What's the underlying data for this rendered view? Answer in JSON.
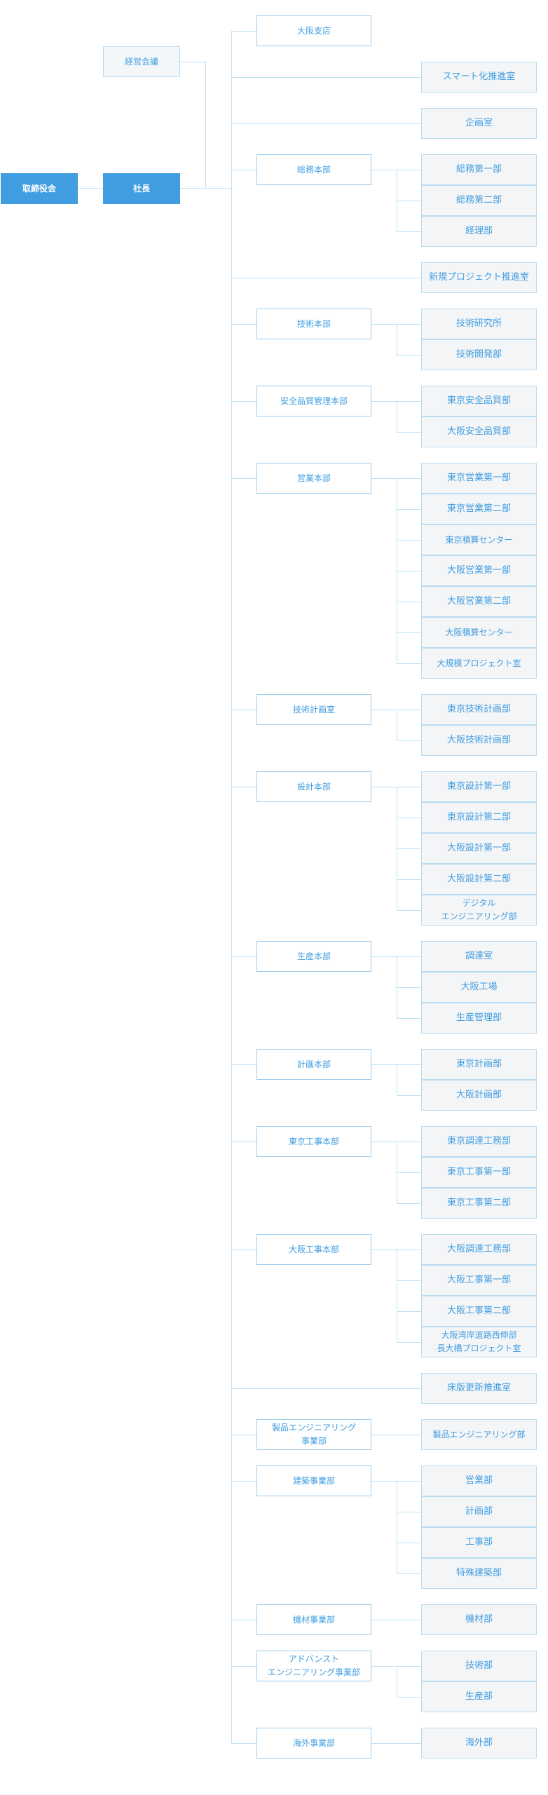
{
  "top": {
    "board": "取締役会",
    "president": "社長",
    "council": "経営会議"
  },
  "branch_rows": [
    {
      "kind": "mid",
      "label": "大阪支店"
    },
    {
      "kind": "leaf",
      "label": "スマート化推進室"
    },
    {
      "kind": "leaf",
      "label": "企画室"
    },
    {
      "kind": "group",
      "label": "総務本部",
      "children": [
        "総務第一部",
        "総務第二部",
        "経理部"
      ]
    },
    {
      "kind": "leaf",
      "label": "新規プロジェクト推進室"
    },
    {
      "kind": "group",
      "label": "技術本部",
      "children": [
        "技術研究所",
        "技術開発部"
      ]
    },
    {
      "kind": "group",
      "label": "安全品質管理本部",
      "children": [
        "東京安全品質部",
        "大阪安全品質部"
      ]
    },
    {
      "kind": "group",
      "label": "営業本部",
      "children": [
        "東京営業第一部",
        "東京営業第二部",
        "東京積算センター",
        "大阪営業第一部",
        "大阪営業第二部",
        "大阪積算センター",
        "大規模プロジェクト室"
      ]
    },
    {
      "kind": "group",
      "label": "技術計画室",
      "children": [
        "東京技術計画部",
        "大阪技術計画部"
      ]
    },
    {
      "kind": "group",
      "label": "設計本部",
      "children": [
        "東京設計第一部",
        "東京設計第二部",
        "大阪設計第一部",
        "大阪設計第二部",
        "デジタル\nエンジニアリング部"
      ]
    },
    {
      "kind": "group",
      "label": "生産本部",
      "children": [
        "調達室",
        "大阪工場",
        "生産管理部"
      ]
    },
    {
      "kind": "group",
      "label": "計画本部",
      "children": [
        "東京計画部",
        "大阪計画部"
      ]
    },
    {
      "kind": "group",
      "label": "東京工事本部",
      "children": [
        "東京調達工務部",
        "東京工事第一部",
        "東京工事第二部"
      ]
    },
    {
      "kind": "group",
      "label": "大阪工事本部",
      "children": [
        "大阪調達工務部",
        "大阪工事第一部",
        "大阪工事第二部",
        "大阪湾岸道路西伸部\n長大橋プロジェクト室"
      ]
    },
    {
      "kind": "leaf",
      "label": "床版更新推進室"
    },
    {
      "kind": "group",
      "label": "製品エンジニアリング\n事業部",
      "children": [
        "製品エンジニアリング部"
      ]
    },
    {
      "kind": "group",
      "label": "建築事業部",
      "children": [
        "営業部",
        "計画部",
        "工事部",
        "特殊建築部"
      ]
    },
    {
      "kind": "group",
      "label": "機材事業部",
      "children": [
        "機材部"
      ]
    },
    {
      "kind": "group",
      "label": "アドバンスト\nエンジニアリング事業部",
      "children": [
        "技術部",
        "生産部"
      ]
    },
    {
      "kind": "group",
      "label": "海外事業部",
      "children": [
        "海外部"
      ]
    }
  ],
  "colors": {
    "primary": "#3f9de0",
    "line": "#bfe0f5",
    "box_border": "#9cccee",
    "leaf_fill": "#f4f5f7"
  }
}
